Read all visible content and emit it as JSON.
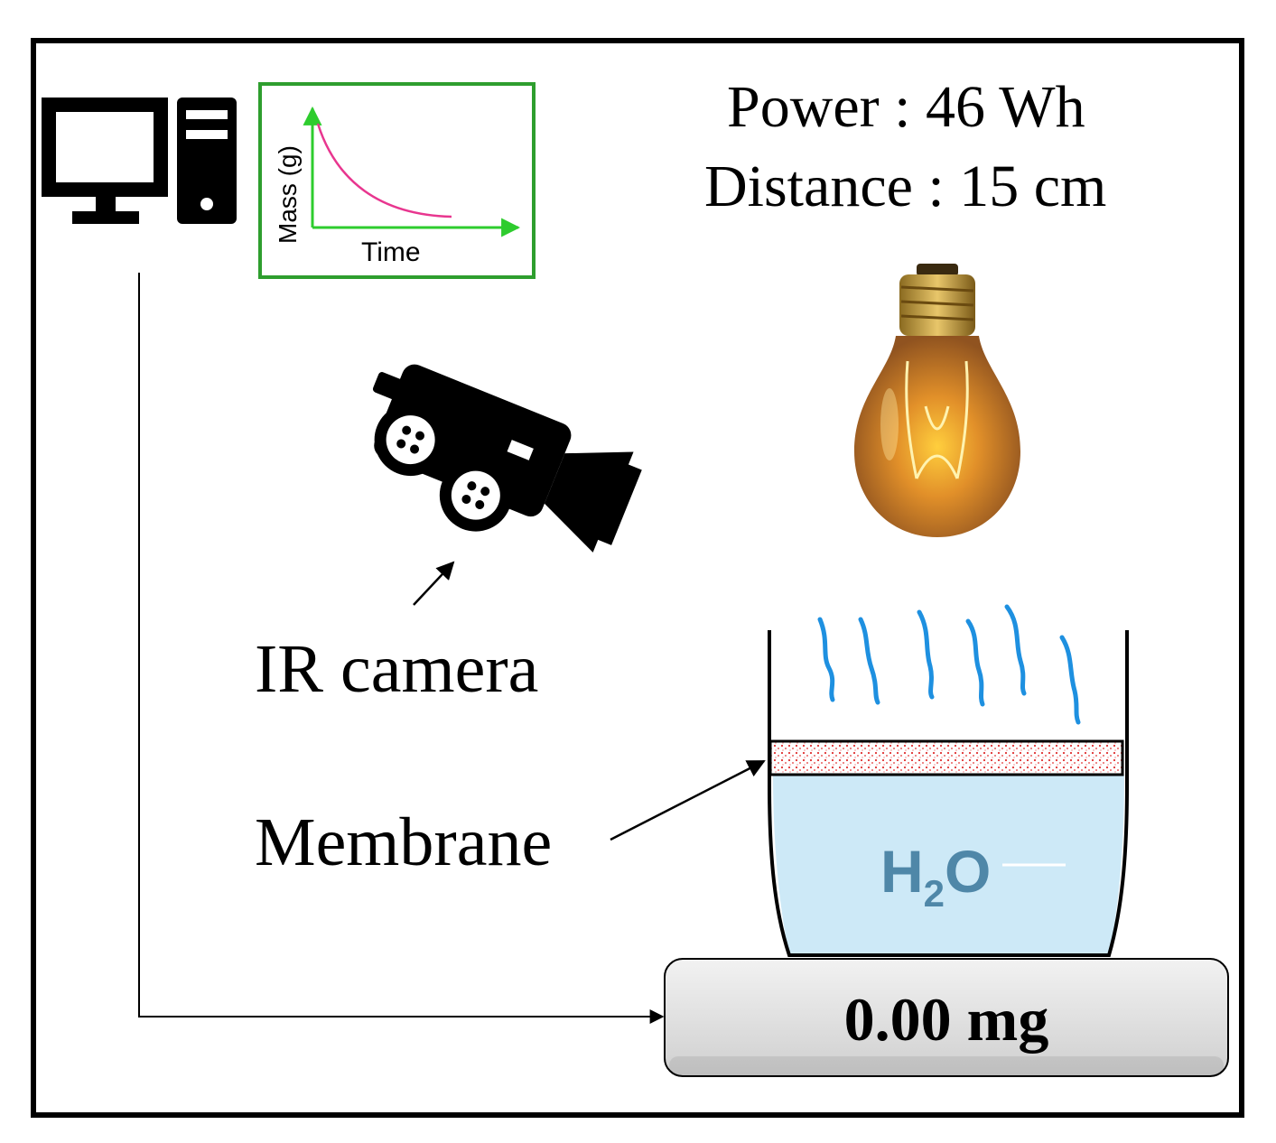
{
  "labels": {
    "power": "Power : 46 Wh",
    "distance": "Distance : 15 cm",
    "ir_camera": "IR camera",
    "membrane": "Membrane",
    "balance_reading": "0.00 mg",
    "water": "H",
    "water_sub": "2",
    "water_o": "O"
  },
  "mini_chart": {
    "ylabel": "Mass (g)",
    "xlabel": "Time"
  },
  "colors": {
    "chart_border": "#2e9e2e",
    "chart_axes": "#2ecc2e",
    "chart_curve": "#e8368f",
    "water": "#cde9f7",
    "water_text": "#4f87a8",
    "vapor": "#1e90e0",
    "membrane_dots": "#e03030",
    "balance_fill": "#dcdcdc"
  },
  "icons": [
    "computer-monitor-icon",
    "computer-tower-icon",
    "video-camera-icon",
    "light-bulb-icon"
  ]
}
